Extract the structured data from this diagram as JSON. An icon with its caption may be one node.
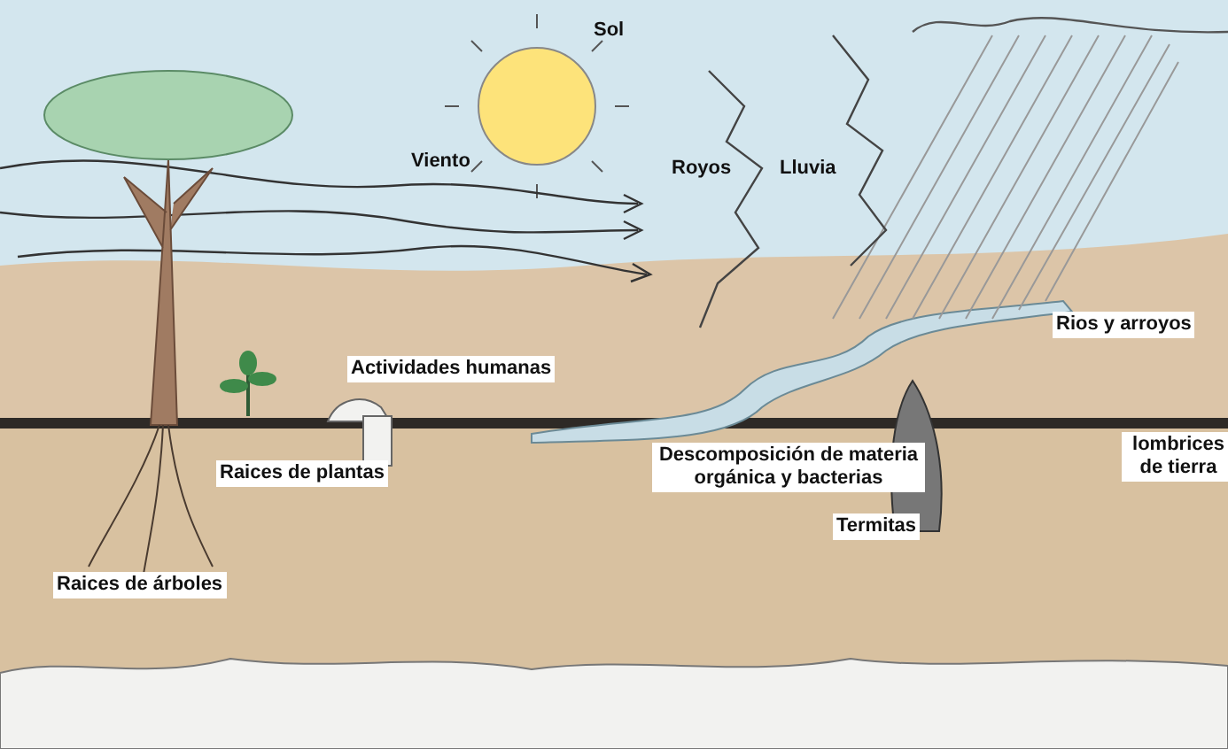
{
  "diagram": {
    "labels": [
      "Sol",
      "Viento",
      "Royos",
      "Lluvia",
      "Rios y arroyos",
      "Actividades humanas",
      "Raices de plantas",
      "Descomposición de materia orgánica y bacterias",
      "lombrices de tierra",
      "Termitas",
      "Raices de árboles"
    ]
  }
}
